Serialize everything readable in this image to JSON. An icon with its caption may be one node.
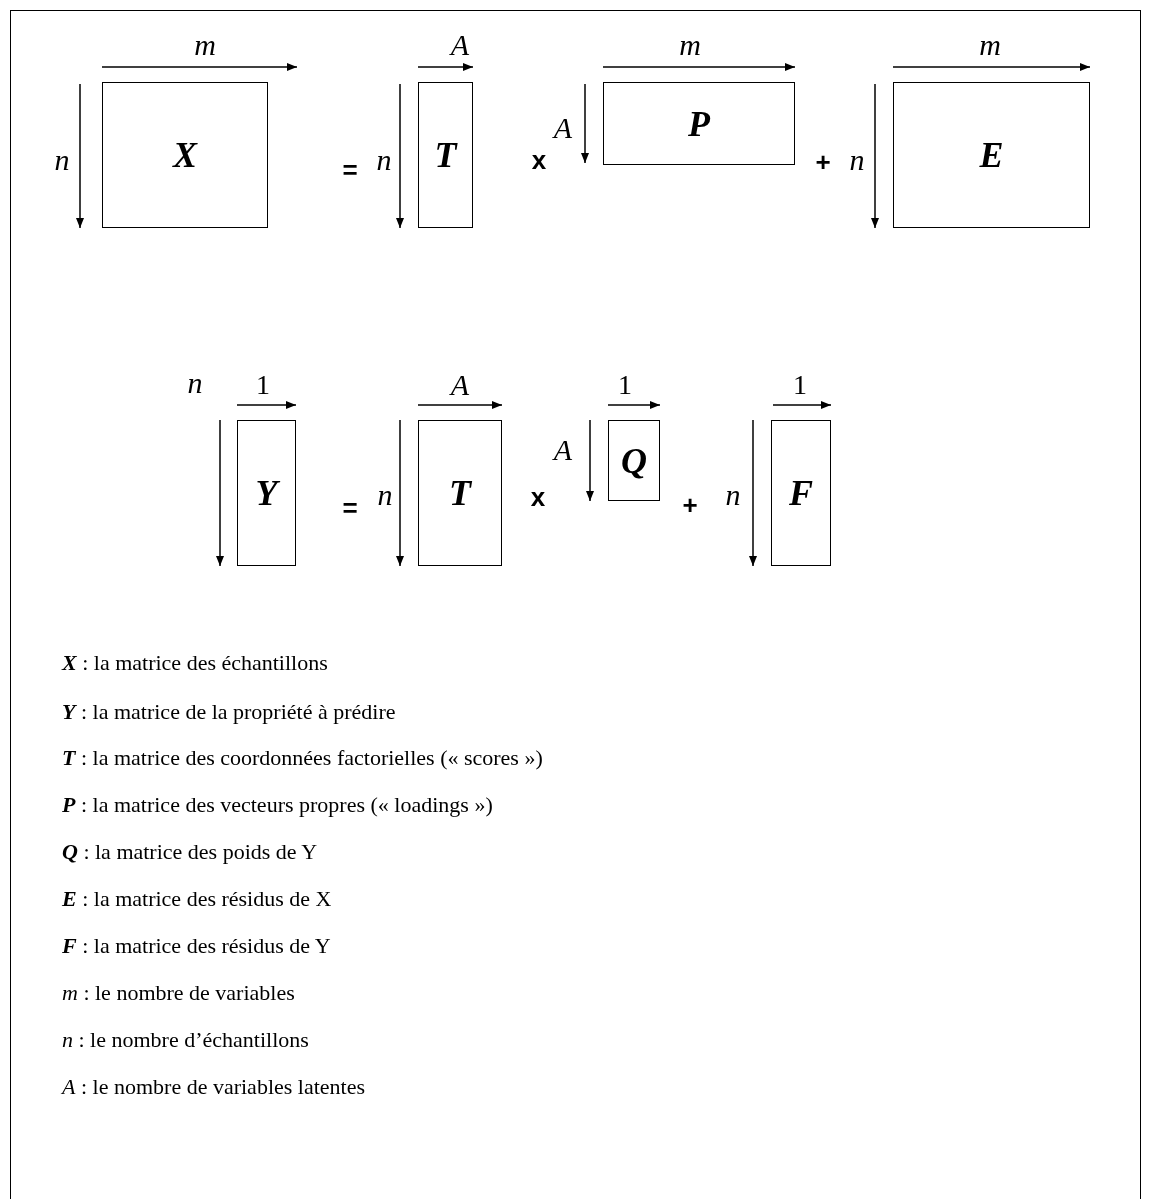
{
  "diagram": {
    "nodes": [
      {
        "text": [
          "X"
        ]
      },
      {
        "text": [
          "T"
        ]
      },
      {
        "text": [
          "P"
        ]
      },
      {
        "text": [
          "E"
        ]
      },
      {
        "text": [
          "Y"
        ]
      },
      {
        "text": [
          "T"
        ]
      },
      {
        "text": [
          "Q"
        ]
      },
      {
        "text": [
          "F"
        ]
      }
    ],
    "labels": [
      "m",
      "A",
      "m",
      "m",
      "n",
      "=",
      "n",
      "x",
      "A",
      "+",
      "n",
      "n",
      "1",
      "A",
      "1",
      "1",
      "=",
      "n",
      "x",
      "A",
      "+",
      "n",
      "**X** : la matrice des échantillons",
      "**Y** : la matrice de la propriété à prédire",
      "**T** : la matrice des coordonnées factorielles (« scores »)",
      "**P** : la matrice des vecteurs propres (« loadings »)",
      "**Q** : la matrice des poids de Y",
      "**E** : la matrice des résidus de X",
      "**F** : la matrice des résidus de Y",
      "*m* : le nombre de variables",
      "*n* : le nombre d’échantillons",
      "*A* : le nombre de variables latentes"
    ]
  }
}
